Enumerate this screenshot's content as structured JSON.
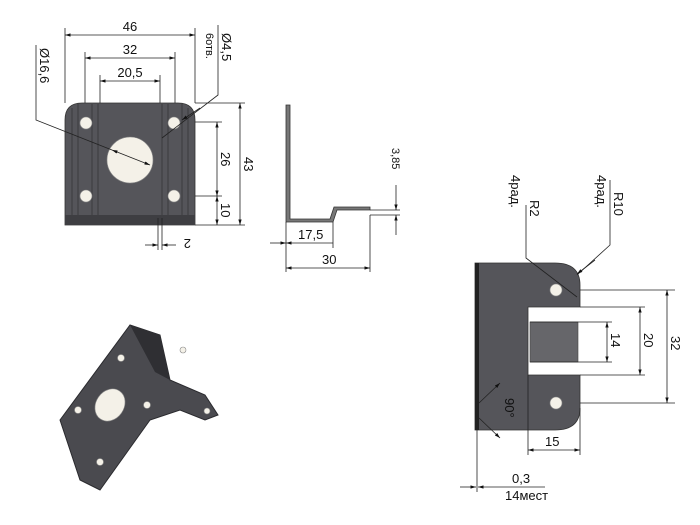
{
  "front_view": {
    "width_overall": "46",
    "hole_spacing_x": "32",
    "slot_width": "20,5",
    "center_hole": "Ø16,6",
    "mount_hole": "Ø4,5",
    "mount_hole_count": "6отв.",
    "height_overall": "43",
    "hole_spacing_y": "26",
    "bottom_offset": "10",
    "thickness": "2"
  },
  "side_view": {
    "step_height": "3,85",
    "bend_length": "17,5",
    "total_length": "30"
  },
  "end_view": {
    "radius_small": "R2",
    "radius_small_count": "4рад.",
    "radius_large": "R10",
    "radius_large_count": "4рад.",
    "inner_width": "14",
    "slot_width": "20",
    "hole_spacing": "32",
    "depth": "15",
    "angle": "90°",
    "groove": "0,3",
    "groove_count": "14мест"
  }
}
